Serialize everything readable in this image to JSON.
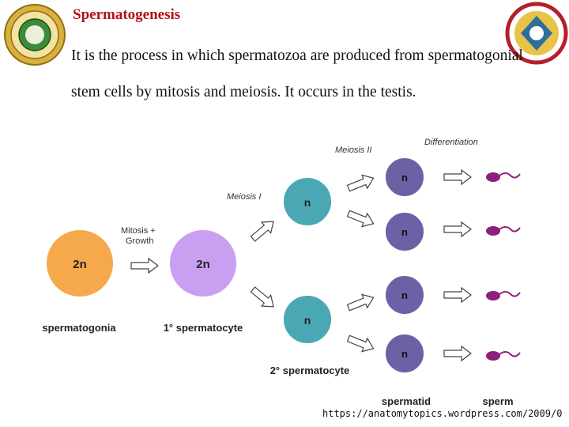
{
  "heading": "Spermatogenesis",
  "paragraph": "It is the process in which spermatozoa are produced from spermatogonial stem cells by mitosis and meiosis. It occurs in the testis.",
  "source_url": "https://anatomytopics.wordpress.com/2009/0",
  "diagram": {
    "stage_labels": {
      "mitosis_line1": "Mitosis +",
      "mitosis_line2": "Growth",
      "meiosis_1": "Meiosis I",
      "meiosis_2": "Meiosis II",
      "differentiation": "Differentiation"
    },
    "cell_labels": {
      "spermatogonia": "2n",
      "primary": "2n",
      "secondary": "n",
      "spermatid": "n"
    },
    "cell_names": {
      "spermatogonia": "spermatogonia",
      "primary": "1° spermatocyte",
      "secondary": "2° spermatocyte",
      "spermatid": "spermatid",
      "sperm": "sperm"
    },
    "colors": {
      "spermatogonia": "#f5a94a",
      "primary": "#c99ff2",
      "secondary": "#4aa8b5",
      "spermatid": "#6a62a5",
      "sperm": "#8e1f7a",
      "heading": "#b01218"
    }
  }
}
